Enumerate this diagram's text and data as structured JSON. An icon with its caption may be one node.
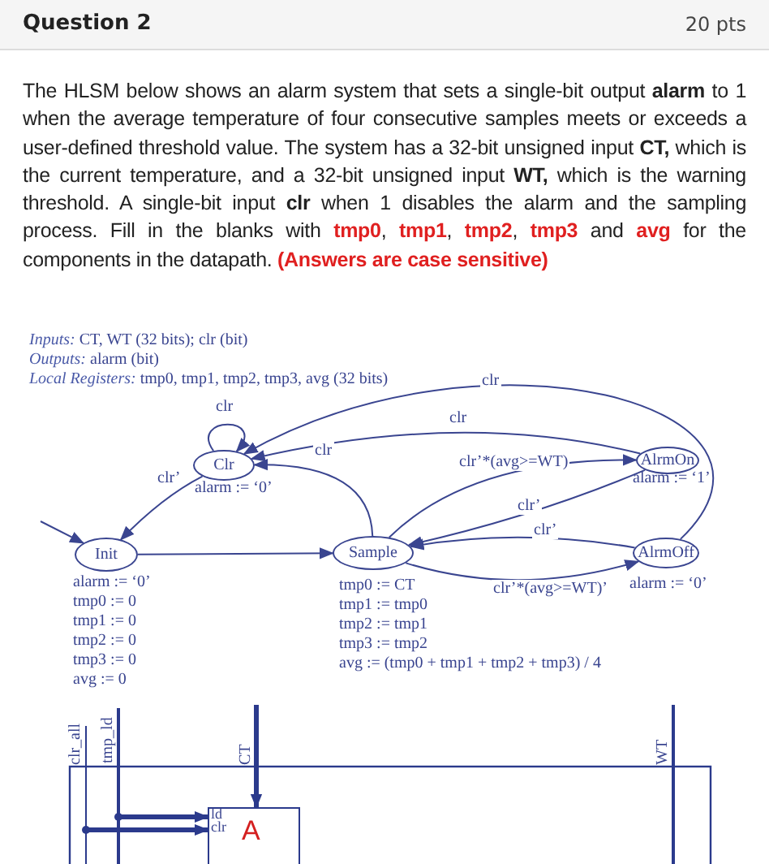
{
  "diagram": {
    "title": "Question 2",
    "nodes": [
      {
        "text": [
          "Clr"
        ],
        "beside": [
          "alarm := ‘0’"
        ]
      },
      {
        "text": [
          "AlrmOn"
        ],
        "beside": [
          "alarm := ‘1’"
        ]
      },
      {
        "text": [
          "Init"
        ],
        "beside": [
          "alarm := ‘0’",
          "tmp0 := 0",
          "tmp1 := 0",
          "tmp2 := 0",
          "tmp3 := 0",
          "avg := 0"
        ]
      },
      {
        "text": [
          "Sample"
        ],
        "beside": [
          "tmp0 := CT",
          "tmp1 := tmp0",
          "tmp2 := tmp1",
          "tmp3 := tmp2",
          "avg := (tmp0 + tmp1 + tmp2 + tmp3) / 4"
        ]
      },
      {
        "text": [
          "AlrmOff"
        ],
        "beside": [
          "alarm := ‘0’"
        ]
      },
      {
        "text": [
          "A"
        ]
      }
    ],
    "edges": [
      {
        "from": null,
        "to": 2,
        "arrow": "to"
      },
      {
        "from": 0,
        "to": 2,
        "arrow": "to",
        "label": "clr’"
      },
      {
        "from": 0,
        "to": 0,
        "arrow": "to",
        "label": "clr"
      },
      {
        "from": 1,
        "to": 0,
        "arrow": "to",
        "label": "clr"
      },
      {
        "from": 4,
        "to": 0,
        "arrow": "to",
        "label": "clr"
      },
      {
        "from": 3,
        "to": 0,
        "arrow": "to",
        "label": "clr"
      },
      {
        "from": 2,
        "to": 3,
        "arrow": "to"
      },
      {
        "from": 3,
        "to": 1,
        "arrow": "to",
        "label": "clr’*(avg>=WT)"
      },
      {
        "from": 1,
        "to": 3,
        "arrow": "to",
        "label": "clr’"
      },
      {
        "from": 4,
        "to": 3,
        "arrow": "to",
        "label": "clr’"
      },
      {
        "from": 3,
        "to": 4,
        "arrow": "to",
        "label": "clr’*(avg>=WT)’"
      },
      {
        "from": null,
        "to": 5,
        "arrow": "to",
        "style": "thick"
      },
      {
        "from": null,
        "to": 5,
        "arrow": "to",
        "style": "thick"
      },
      {
        "from": null,
        "to": 5,
        "arrow": "to",
        "style": "thick"
      }
    ],
    "labels": [
      "20 pts",
      "The HLSM below shows an alarm system that sets a single-bit output **alarm** to 1 when the average temperature of four consecutive samples meets or exceeds a user-defined threshold value. The system has a 32-bit unsigned input **CT,** which is the current temperature, and a 32-bit unsigned input **WT,** which is the warning threshold. A single-bit input **clr** when 1 disables the alarm and the sampling process. Fill in the blanks with **tmp0**, **tmp1**, **tmp2**, **tmp3** and **avg** for the components in the datapath. **(Answers are case sensitive)**",
      "*Inputs:* CT, WT (32 bits); clr (bit)",
      "*Outputs:* alarm (bit)",
      "*Local Registers:* tmp0, tmp1, tmp2, tmp3, avg (32 bits)",
      "clr_all",
      "tmp_ld",
      "CT",
      "WT",
      "ld",
      "clr"
    ]
  }
}
